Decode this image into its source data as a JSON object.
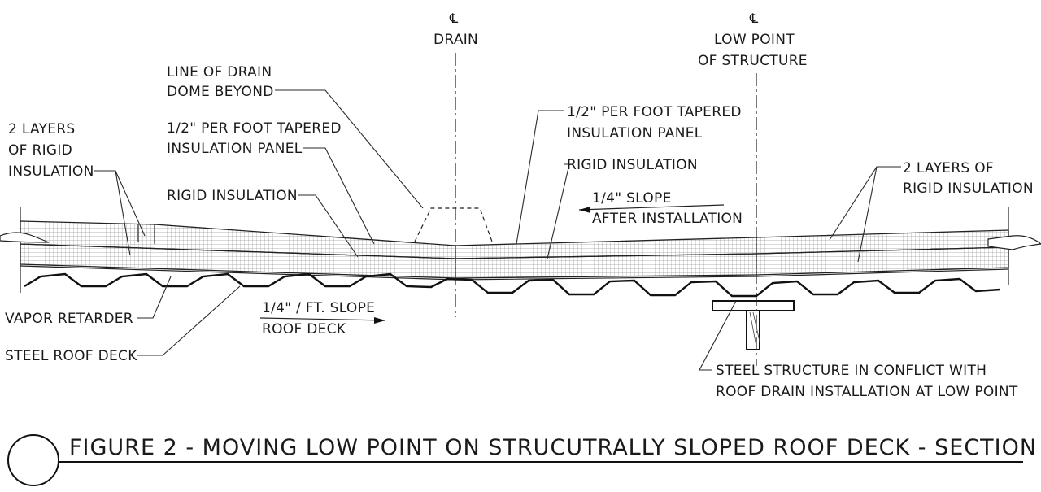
{
  "centerlines": {
    "symbol": "℄",
    "drain": "DRAIN",
    "low_point_line1": "LOW POINT",
    "low_point_line2": "OF STRUCTURE"
  },
  "labels": {
    "drain_dome_1": "LINE OF DRAIN",
    "drain_dome_2": "DOME BEYOND",
    "left_layers_1": "2 LAYERS",
    "left_layers_2": "OF RIGID",
    "left_layers_3": "INSULATION",
    "left_tapered_1": "1/2\" PER FOOT TAPERED",
    "left_tapered_2": "INSULATION PANEL",
    "left_rigid": "RIGID INSULATION",
    "right_tapered_1": "1/2\" PER FOOT TAPERED",
    "right_tapered_2": "INSULATION PANEL",
    "right_rigid": "RIGID INSULATION",
    "right_layers_1": "2 LAYERS OF",
    "right_layers_2": "RIGID INSULATION",
    "slope_after_1": "1/4\" SLOPE",
    "slope_after_2": "AFTER INSTALLATION",
    "deck_slope_1": "1/4\" / FT. SLOPE",
    "deck_slope_2": "ROOF DECK",
    "vapor_retarder": "VAPOR RETARDER",
    "steel_deck": "STEEL ROOF DECK",
    "conflict_1": "STEEL STRUCTURE IN CONFLICT WITH",
    "conflict_2": "ROOF DRAIN INSTALLATION AT LOW POINT"
  },
  "figure_title": "FIGURE 2 - MOVING LOW POINT ON STRUCUTRALLY SLOPED ROOF DECK - SECTION"
}
